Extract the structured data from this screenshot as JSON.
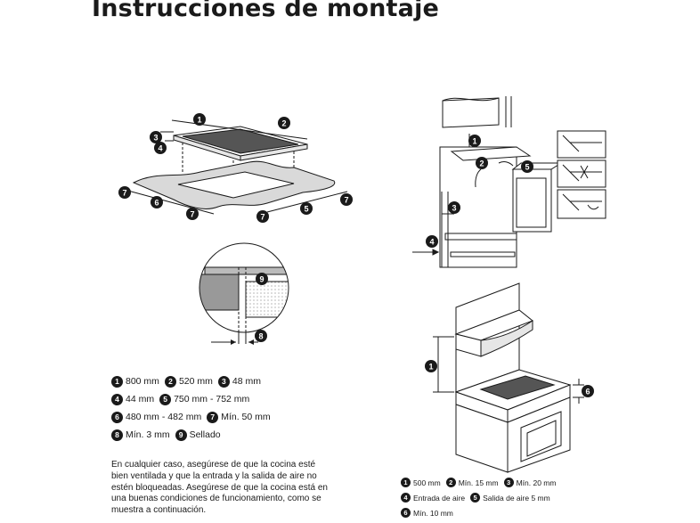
{
  "title": "Instrucciones de montaje",
  "legend_main": [
    {
      "n": "1",
      "text": "800 mm"
    },
    {
      "n": "2",
      "text": "520 mm"
    },
    {
      "n": "3",
      "text": "48 mm"
    },
    {
      "n": "4",
      "text": "44 mm"
    },
    {
      "n": "5",
      "text": "750 mm - 752 mm"
    },
    {
      "n": "6",
      "text": "480 mm - 482 mm"
    },
    {
      "n": "7",
      "text": "Mín. 50 mm"
    },
    {
      "n": "8",
      "text": "Mín. 3 mm"
    },
    {
      "n": "9",
      "text": "Sellado"
    }
  ],
  "paragraph": "En cualquier caso, asegúrese de que la cocina esté bien ventilada y que la entrada y la salida de aire no estén bloqueadas. Asegúrese de que la cocina está en una buenas condiciones de funcionamiento, como se muestra a continuación.",
  "legend_vent": [
    {
      "n": "1",
      "text": "500 mm"
    },
    {
      "n": "2",
      "text": "Mín. 15 mm"
    },
    {
      "n": "3",
      "text": "Mín. 20 mm"
    },
    {
      "n": "4",
      "text": "Entrada de aire"
    },
    {
      "n": "5",
      "text": "Salida de aire 5 mm"
    },
    {
      "n": "6",
      "text": "Mín. 10 mm"
    }
  ],
  "callout_numbers": {
    "one": "1",
    "two": "2",
    "three": "3",
    "four": "4",
    "five": "5",
    "six": "6",
    "seven": "7",
    "eight": "8",
    "nine": "9"
  },
  "colors": {
    "ink": "#1a1a1a",
    "counter": "#d9d9d9",
    "glass": "#555555"
  }
}
